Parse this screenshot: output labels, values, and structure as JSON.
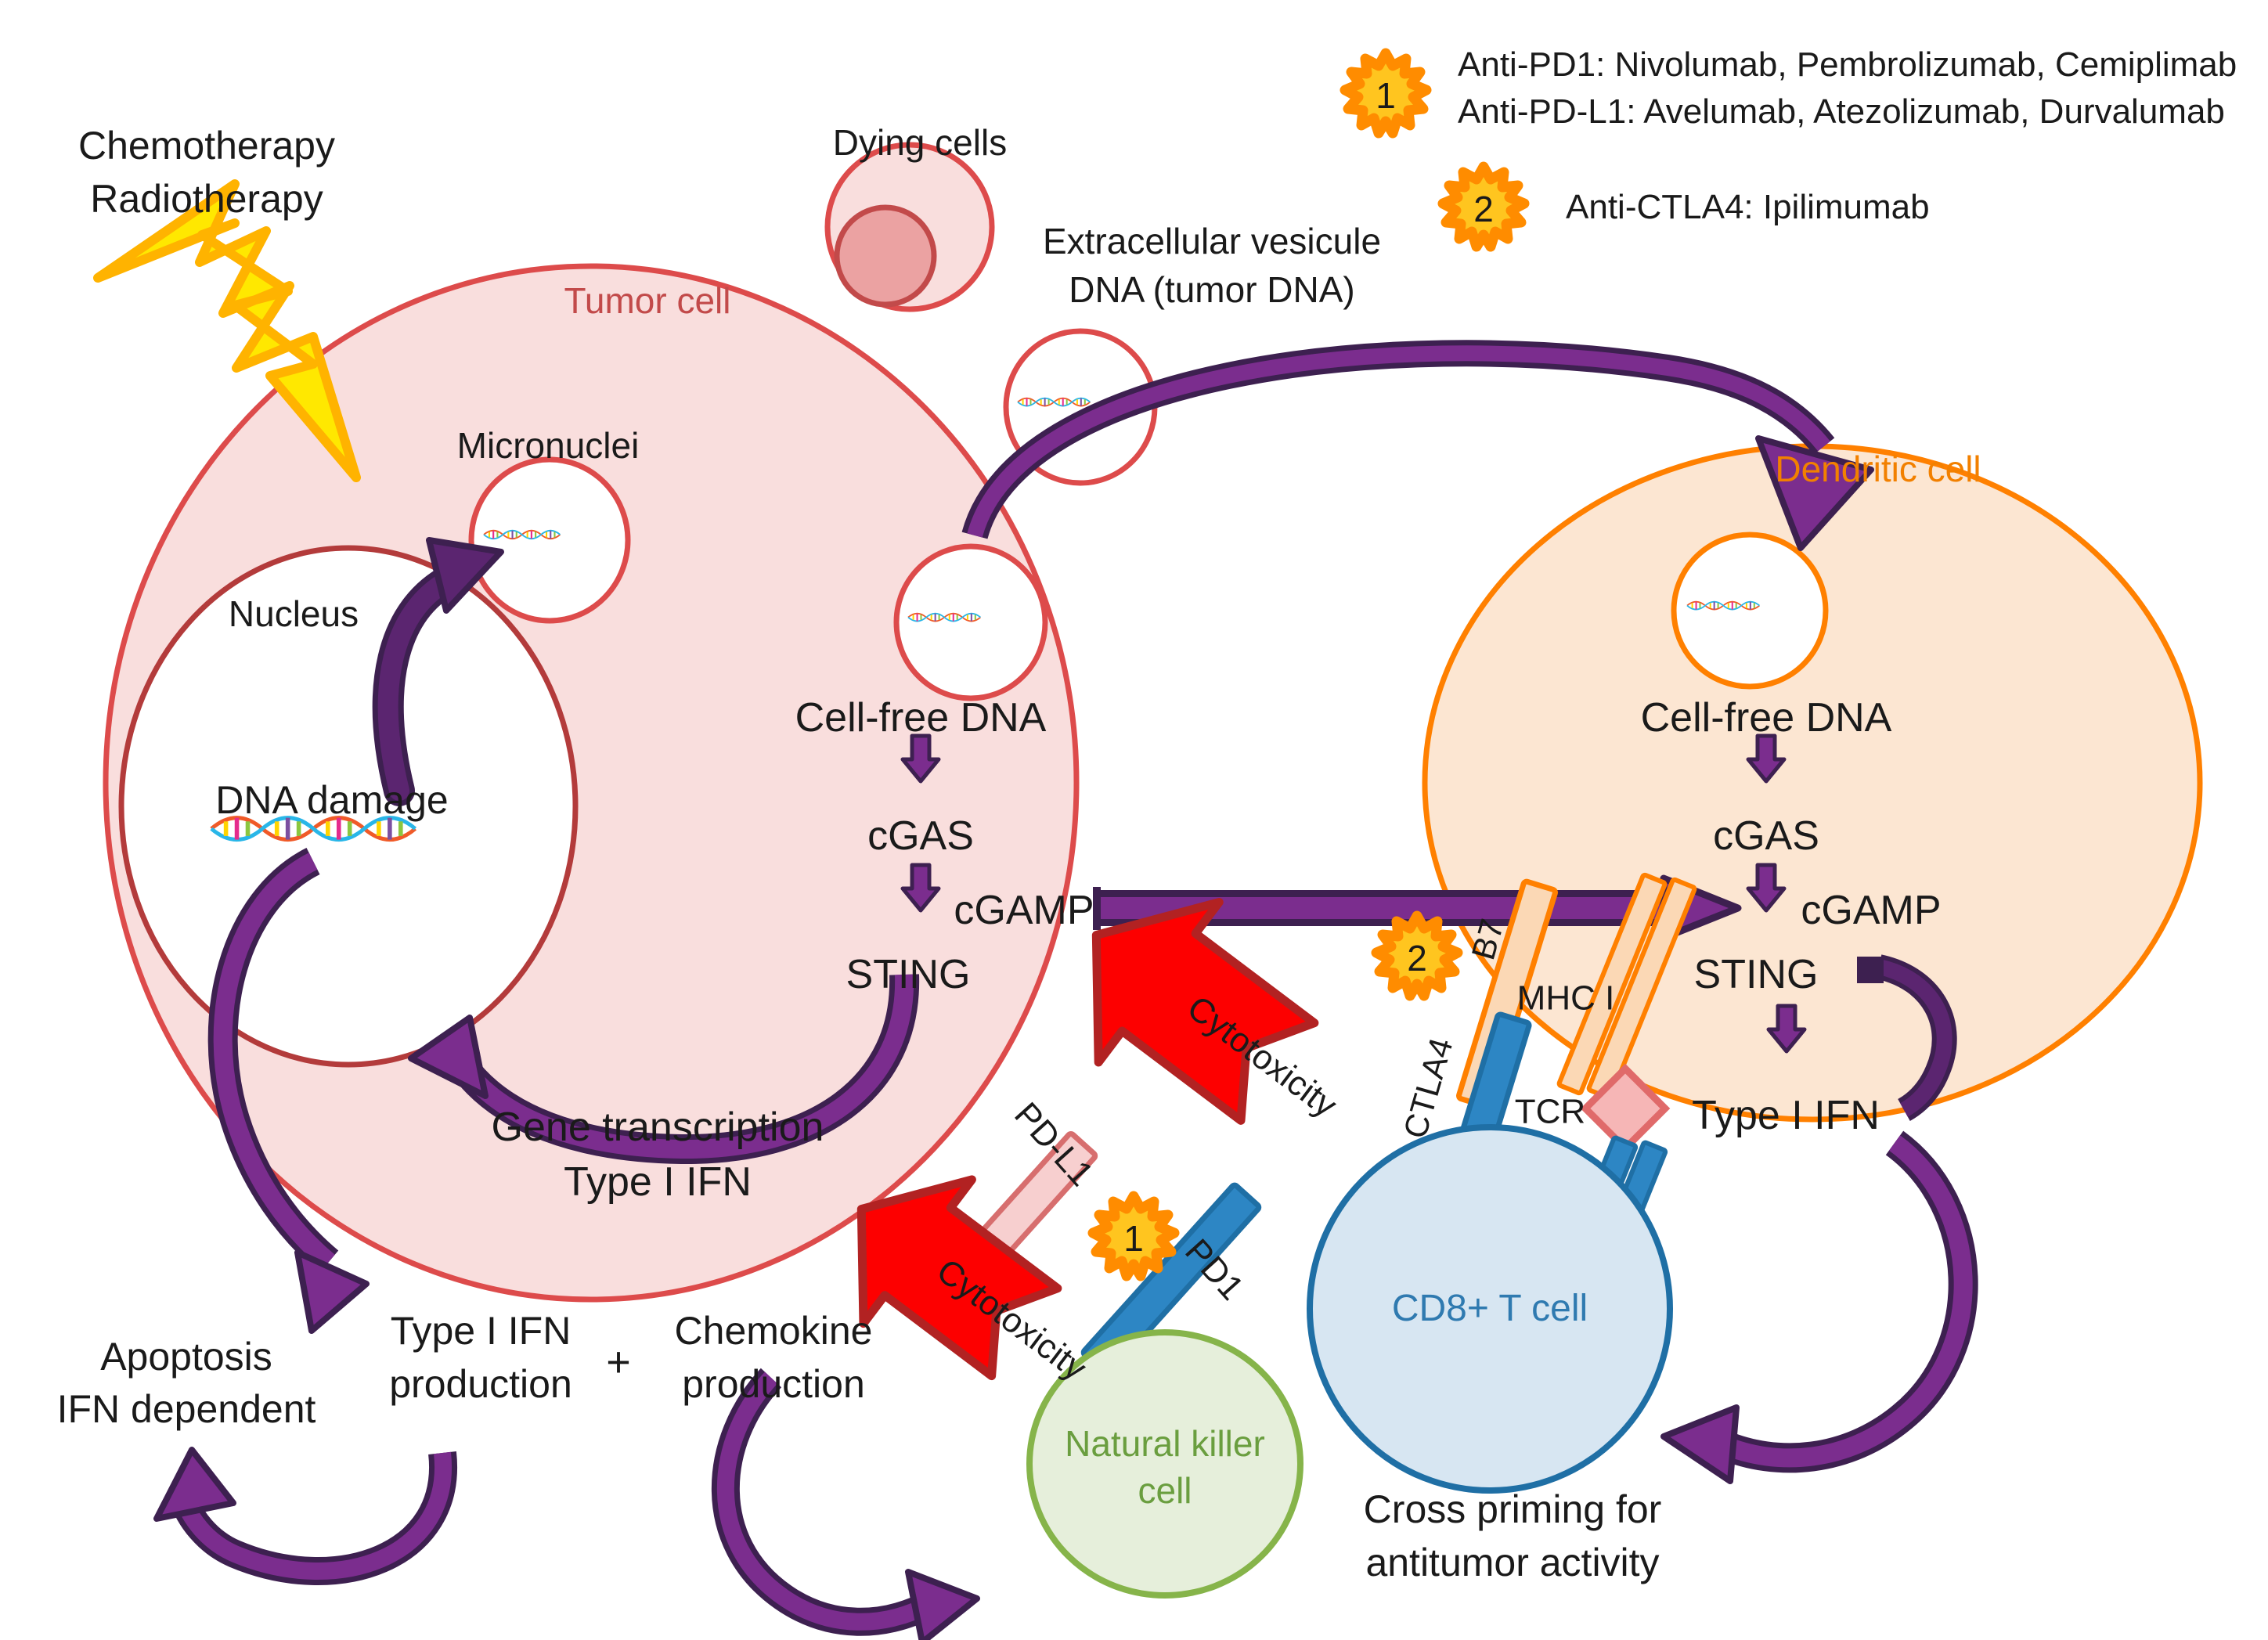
{
  "figure": {
    "type": "diagram",
    "subject": "cGAS-STING pathway in antitumor immunity and immune checkpoint inhibition"
  },
  "legend": {
    "items": [
      {
        "badge": "1",
        "text_line1": "Anti-PD1: Nivolumab, Pembrolizumab, Cemiplimab",
        "text_line2": "Anti-PD-L1: Avelumab, Atezolizumab, Durvalumab"
      },
      {
        "badge": "2",
        "text_line1": "Anti-CTLA4: Ipilimumab",
        "text_line2": ""
      }
    ]
  },
  "stimulus": {
    "line1": "Chemotherapy",
    "line2": "Radiotherapy",
    "icon": "lightning-bolt-icon"
  },
  "tumor_cell": {
    "label": "Tumor cell",
    "nucleus_label": "Nucleus",
    "dna_damage_label": "DNA damage",
    "micronuclei_label": "Micronuclei",
    "pathway": {
      "cell_free_dna": "Cell-free DNA",
      "cgas": "cGAS",
      "cgamp": "cGAMP",
      "sting": "STING"
    },
    "gene_transcription_line1": "Gene transcription",
    "gene_transcription_line2": "Type I IFN"
  },
  "dying_cells": {
    "label": "Dying cells"
  },
  "extracellular_vesicle": {
    "line1": "Extracellular vesicule",
    "line2": "DNA (tumor DNA)"
  },
  "dendritic_cell": {
    "label": "Dendritic cell",
    "pathway": {
      "cell_free_dna": "Cell-free DNA",
      "cgas": "cGAS",
      "cgamp": "cGAMP",
      "sting": "STING"
    },
    "type1_ifn": "Type I IFN"
  },
  "cd8_t_cell": {
    "label": "CD8+ T cell",
    "caption_line1": "Cross priming for",
    "caption_line2": "antitumor activity",
    "receptors": {
      "ctla4": "CTLA4",
      "b7": "B7",
      "tcr": "TCR",
      "mhc1": "MHC I",
      "pd1": "PD1",
      "pdl1": "PD-L1"
    }
  },
  "natural_killer_cell": {
    "line1": "Natural killer",
    "line2": "cell"
  },
  "outputs": {
    "apoptosis_line1": "Apoptosis",
    "apoptosis_line2": "IFN dependent",
    "type1_ifn_line1": "Type I IFN",
    "type1_ifn_line2": "production",
    "plus": "+",
    "chemokine_line1": "Chemokine",
    "chemokine_line2": "production"
  },
  "cytotoxicity_arrows": [
    {
      "label": "Cytotoxicity"
    },
    {
      "label": "Cytotoxicity"
    }
  ],
  "colors": {
    "tumor_fill": "#f9dedd",
    "tumor_stroke": "#dd4b4b",
    "dendritic_fill": "#fce6d2",
    "dendritic_stroke": "#ff8000",
    "cd8_fill": "#d7e6f2",
    "cd8_stroke": "#1f6fa5",
    "nk_fill": "#e6efdb",
    "nk_stroke": "#86b44a",
    "arrow_purple": "#7b2d8e",
    "arrow_purple_dark": "#3d2050",
    "cytotoxicity_red": "#fd0000",
    "badge_orange": "#ff8c00",
    "badge_yellow": "#ffc51f",
    "bolt_yellow": "#ffe800",
    "bolt_stroke": "#ffb300"
  }
}
